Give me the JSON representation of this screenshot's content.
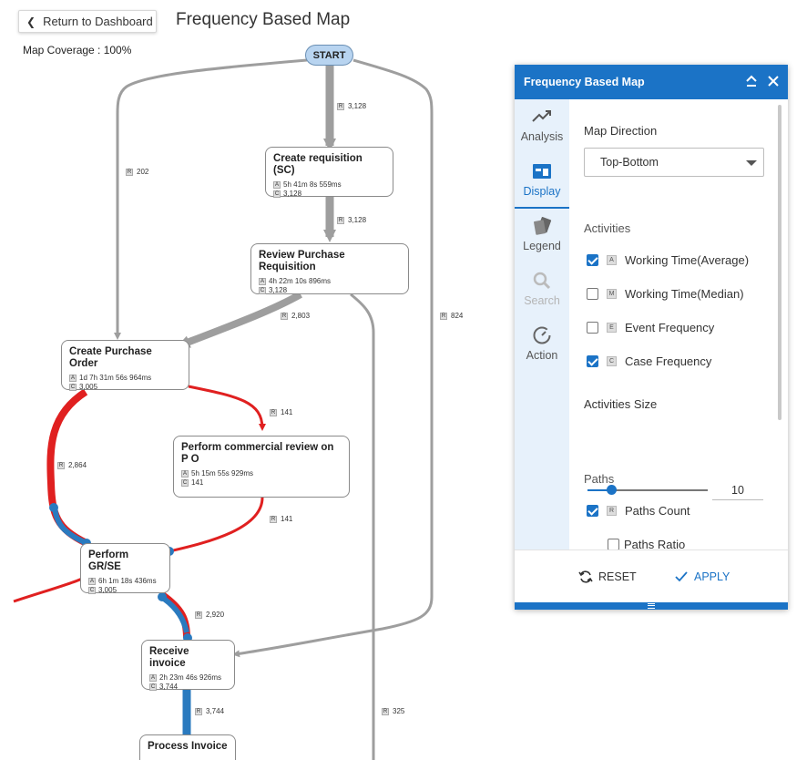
{
  "header": {
    "back_label": "Return to Dashboard",
    "title": "Frequency Based Map",
    "coverage": "Map Coverage : 100%"
  },
  "map": {
    "start_label": "START",
    "nodes": [
      {
        "name": "Create requisition (SC)",
        "time": "5h 41m 8s 559ms",
        "count": "3,128"
      },
      {
        "name": "Review Purchase Requisition",
        "time": "4h 22m 10s 896ms",
        "count": "3,128"
      },
      {
        "name": "Create Purchase Order",
        "time": "1d 7h 31m 56s 964ms",
        "count": "3,005"
      },
      {
        "name": "Perform commercial review on P O",
        "time": "5h 15m 55s 929ms",
        "count": "141"
      },
      {
        "name": "Perform GR/SE",
        "time": "6h 1m 18s 436ms",
        "count": "3,005"
      },
      {
        "name": "Receive invoice",
        "time": "2h 23m 46s 926ms",
        "count": "3,744"
      },
      {
        "name": "Process Invoice"
      }
    ],
    "edges": [
      "3,128",
      "202",
      "3,128",
      "2,803",
      "824",
      "141",
      "2,864",
      "141",
      "2,920",
      "3,744",
      "325"
    ],
    "tag_letters": {
      "edge": "R",
      "time": "A",
      "count": "C"
    }
  },
  "panel": {
    "title": "Frequency Based Map",
    "tabs": [
      {
        "label": "Analysis",
        "icon": "trend-line-icon",
        "state": "normal"
      },
      {
        "label": "Display",
        "icon": "layout-icon",
        "state": "active"
      },
      {
        "label": "Legend",
        "icon": "cards-icon",
        "state": "normal"
      },
      {
        "label": "Search",
        "icon": "magnifier-icon",
        "state": "disabled"
      },
      {
        "label": "Action",
        "icon": "gauge-icon",
        "state": "normal"
      }
    ],
    "map_direction_label": "Map Direction",
    "map_direction_value": "Top-Bottom",
    "activities_label": "Activities",
    "activity_options": [
      {
        "tag": "A",
        "label": "Working Time(Average)",
        "checked": true
      },
      {
        "tag": "M",
        "label": "Working Time(Median)",
        "checked": false
      },
      {
        "tag": "E",
        "label": "Event Frequency",
        "checked": false
      },
      {
        "tag": "C",
        "label": "Case Frequency",
        "checked": true
      }
    ],
    "activities_size_label": "Activities Size",
    "activities_size_value": "10",
    "activities_size_fraction": 0.2,
    "paths_label": "Paths",
    "path_options": [
      {
        "tag": "R",
        "label": "Paths Count",
        "checked": true
      },
      {
        "label": "Paths Ratio",
        "checked": false
      }
    ],
    "reset_label": "RESET",
    "apply_label": "APPLY"
  },
  "colors": {
    "accent": "#1b73c6",
    "edge_gray": "#9e9e9e",
    "edge_red": "#e02020",
    "marker_blue": "#2a7abf",
    "start_fill": "#b8d4f0"
  }
}
